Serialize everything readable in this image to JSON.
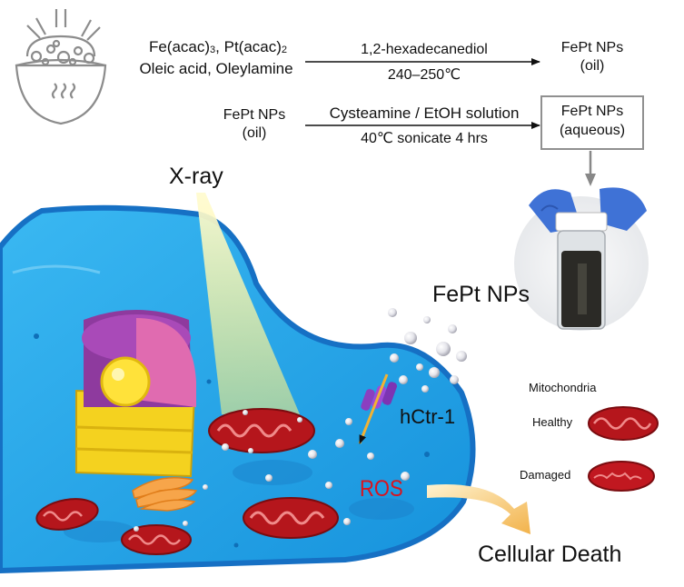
{
  "synthesis": {
    "reagents_line1": {
      "fe": "Fe(acac)",
      "fe_sub": "3",
      "pt": ", Pt(acac)",
      "pt_sub": "2"
    },
    "reagents_line2": "Oleic acid, Oleylamine",
    "arrow1_top": "1,2-hexadecanediol",
    "arrow1_bottom": "240–250℃",
    "product1_line1": "FePt NPs",
    "product1_line2": "(oil)"
  },
  "transfer": {
    "start_line1": "FePt NPs",
    "start_line2": "(oil)",
    "arrow2_top": "Cysteamine / EtOH solution",
    "arrow2_bottom": "40℃ sonicate 4 hrs",
    "product2_line1": "FePt NPs",
    "product2_line2": "(aqueous)"
  },
  "cell": {
    "xray_label": "X-ray",
    "nps_label": "FePt NPs",
    "transporter_label": "hCtr-1",
    "ros_label": "ROS",
    "outcome_label": "Cellular Death"
  },
  "legend": {
    "title": "Mitochondria",
    "healthy": "Healthy",
    "damaged": "Damaged"
  },
  "colors": {
    "cell_body": "#1fa3e8",
    "cell_edge": "#1670c4",
    "mitochondria": "#b5161c",
    "ros": "#d8141e",
    "xray_beam": "#fff27a",
    "glove": "#3f72d6",
    "death_arrow": "#f0c060"
  }
}
